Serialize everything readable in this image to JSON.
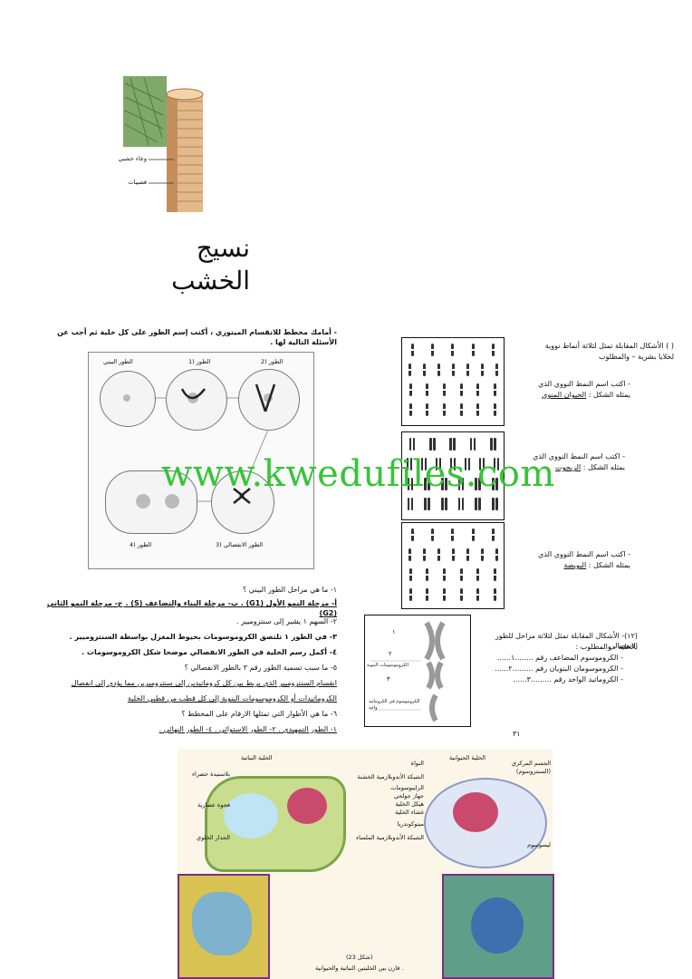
{
  "xylem": {
    "label_vessel": "وعاء خشبي",
    "label_tracheid": "قصيبات",
    "title": "نسيج الخشب"
  },
  "mitosis": {
    "intro": "- أمامك مخطط للانقسام الميتوزي ، أكتب إسم الطور على كل خلية ثم أجب عن الأسئلة التالية لها .",
    "stage_labels": [
      "الطور البيني",
      "1) الطور",
      "2) الطور",
      "3) الطور الانفصالي",
      "4) الطور"
    ],
    "q1": "١- ما هي مراحل الطور البيني ؟",
    "a1": "أ- مرحلة النمو الأول (G1) . ب- مرحلة البناء والتضاعف (S) . ج- مرحلة النمو الثاني (G2)",
    "q2": "٢- السهم ١ يشير إلى سنتروميير .",
    "q3": "٣- في الطور ١ تلتصق الكروموسومات بخيوط المغزل بواسطة السنتروميير .",
    "q4": "٤- أكمل رسم الخلية في الطور الانفصالي موضحا شكل الكروموسومات .",
    "q5": "٥- ما سبب تسمية الطور رقم ٣ بالطور الانفصالي ؟",
    "a5_1": "انقسام السنتروميير الذي يربط بين كل كروماتيدين إلى سنتروميرين مما يؤدي إلى انفصال",
    "a5_2": "الكروماتيدات أو الكروموسومات البنوية إلى كل قطب من قطبي الخلية",
    "q6": "٦- ما هي الأطوار التي تمثلها الارقام على المخطط ؟",
    "a6": "١- الطور التمهيدي . ٢- الطور الاستوائي . ٤- الطور النهائي ."
  },
  "karyotype": {
    "intro_1": "(   ) الأشكال المقابلة تمثل لثلاثة أنماط نووية",
    "intro_2": "لخلايا بشرية – والمطلوب",
    "q_a_1": "- اكتب اسم النمط النووي الذي",
    "q_a_2": "يمثله الشكل :",
    "a_a": "الحيوان المنوي",
    "q_b_1": "- اكتب اسم النمط النووي الذي",
    "q_b_2": "يمثله الشكل :",
    "a_b": "الزيجوت",
    "q_c_1": "- اكتب اسم النمط النووي الذي",
    "q_c_2": "يمثله الشكل :",
    "a_c": "البويضة"
  },
  "chromosome_q": {
    "intro_1": "(١٢)- الأشكال المقابلة تمثل لثلاثة مراحل للطور الانفصالي",
    "intro_2": "بالخلية ، والمطلوب :",
    "item1": "- الكروموسوم المضاعف رقم ........١......",
    "item2": "- الكروموسومان البنويان رقم .........٢......",
    "item3": "- الكروماتيد الواحد رقم .........٣......",
    "fig_labels": [
      "١",
      "٢",
      "٣",
      "الكروموسومات البنوية",
      "الكروموسوم في الكروماتيد واحد"
    ],
    "page_number": "٣١"
  },
  "cells": {
    "plant_title": "الخلية النباتية",
    "animal_title": "الخلية الحيوانية",
    "left_labels": [
      "بلاستيدة خضراء",
      "فجوة عصارية",
      "الجدار الخلوي"
    ],
    "center_labels": [
      "النواة",
      "الشبكة الأندوبلازمية الخشنة",
      "الرايبوسومات",
      "جهاز جولجي",
      "هيكل الخلية",
      "غشاء الخلية",
      "ميتوكوندريا",
      "الشبكة الأندوبلازمية الملساء"
    ],
    "right_labels": [
      "الجسم المركزي (السنتروسوم)",
      "ليسوسوم"
    ],
    "caption_1": "(شكل 23)",
    "caption_2": "قارن بين الخليتين النباتية والحيوانية ."
  },
  "watermark": "www.kwedufiles.com"
}
